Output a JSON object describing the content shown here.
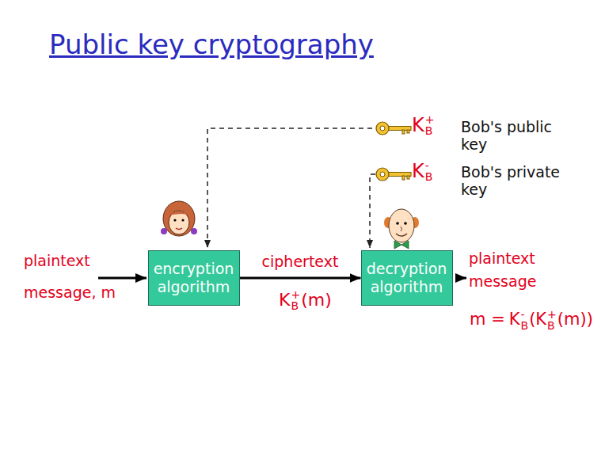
{
  "diagram": {
    "title": "Public key cryptography",
    "nodes": [
      {
        "text": [
          "encryption algorithm"
        ]
      },
      {
        "text": [
          "decryption algorithm"
        ]
      }
    ],
    "edges": [
      {
        "from": 0,
        "to": 1,
        "arrow": "to",
        "label": "ciphertext"
      }
    ],
    "labels": [
      "K",
      "+",
      "B",
      "Bob's public key",
      "K",
      "-",
      "B",
      "Bob's private key",
      "plaintext message, m",
      "K",
      "+",
      "B",
      "(m)",
      "plaintext message",
      "m =",
      "K",
      "-",
      "B",
      "(",
      "K",
      "+",
      "B",
      "(m))"
    ]
  }
}
